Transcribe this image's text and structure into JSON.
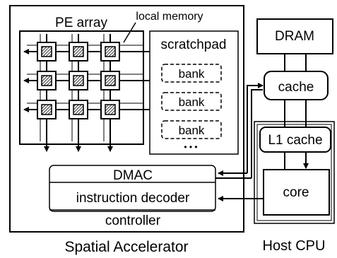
{
  "accelerator": {
    "title": "Spatial Accelerator",
    "pe_array_label": "PE array",
    "local_memory_label": "local memory",
    "scratchpad": {
      "title": "scratchpad",
      "banks": [
        "bank",
        "bank",
        "bank"
      ],
      "more": "• • •"
    },
    "controller": {
      "dmac": "DMAC",
      "decoder": "instruction decoder",
      "label": "controller"
    }
  },
  "host": {
    "title": "Host CPU",
    "dram": "DRAM",
    "cache": "cache",
    "l1_cache": "L1 cache",
    "core": "core"
  }
}
